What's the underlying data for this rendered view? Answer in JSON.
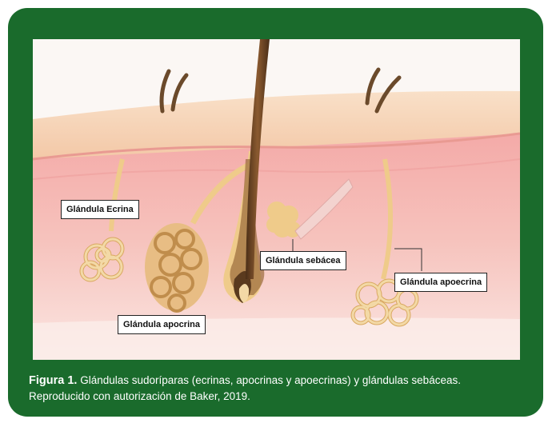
{
  "figure": {
    "callouts": {
      "ecrine": "Glándula Ecrina",
      "sebaceous": "Glándula sebácea",
      "apocrine": "Glándula apocrina",
      "apoecrine": "Glándula apoecrina"
    },
    "caption": {
      "label": "Figura 1.",
      "text": "Glándulas sudoríparas (ecrinas, apocrinas y apoecrinas) y glándulas sebáceas. Reproducido con autorización de Baker, 2019."
    }
  },
  "colors": {
    "frame": "#1a6b2c",
    "epidermis": "#f6d3b8",
    "dermis": "#f2b7b3",
    "gland": "#efcb8a",
    "hair": "#6b4a2b"
  }
}
